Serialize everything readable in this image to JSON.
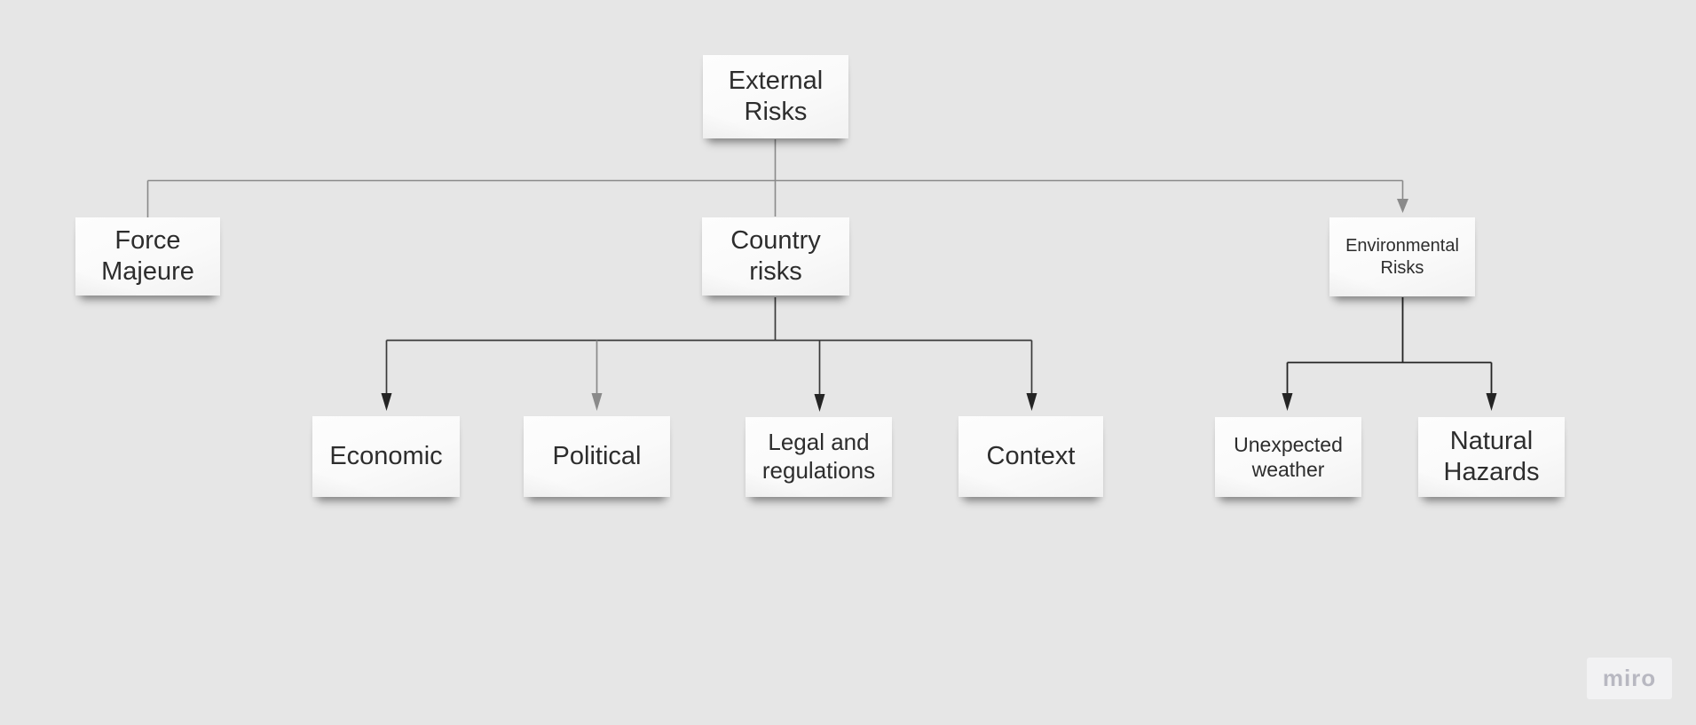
{
  "canvas": {
    "background_color": "#e6e6e6"
  },
  "diagram": {
    "type": "mind-map",
    "nodes": [
      {
        "id": "external-risks",
        "label": "External Risks",
        "level": 0,
        "parent": null
      },
      {
        "id": "force-majeure",
        "label": "Force Majeure",
        "level": 1,
        "parent": "external-risks"
      },
      {
        "id": "country-risks",
        "label": "Country risks",
        "level": 1,
        "parent": "external-risks"
      },
      {
        "id": "environmental-risks",
        "label": "Environmental Risks",
        "level": 1,
        "parent": "external-risks"
      },
      {
        "id": "economic",
        "label": "Economic",
        "level": 2,
        "parent": "country-risks"
      },
      {
        "id": "political",
        "label": "Political",
        "level": 2,
        "parent": "country-risks"
      },
      {
        "id": "legal-and-regulations",
        "label": "Legal and regulations",
        "level": 2,
        "parent": "country-risks"
      },
      {
        "id": "context",
        "label": "Context",
        "level": 2,
        "parent": "country-risks"
      },
      {
        "id": "unexpected-weather",
        "label": "Unexpected weather",
        "level": 2,
        "parent": "environmental-risks"
      },
      {
        "id": "natural-hazards",
        "label": "Natural Hazards",
        "level": 2,
        "parent": "environmental-risks"
      }
    ],
    "edges": [
      {
        "from": "external-risks",
        "to": "force-majeure",
        "arrowhead": false,
        "color": "#8a8a8a"
      },
      {
        "from": "external-risks",
        "to": "country-risks",
        "arrowhead": false,
        "color": "#8a8a8a"
      },
      {
        "from": "external-risks",
        "to": "environmental-risks",
        "arrowhead": true,
        "color": "#8a8a8a"
      },
      {
        "from": "country-risks",
        "to": "economic",
        "arrowhead": true,
        "color": "#2e2e2e"
      },
      {
        "from": "country-risks",
        "to": "political",
        "arrowhead": true,
        "color": "#8a8a8a"
      },
      {
        "from": "country-risks",
        "to": "legal-and-regulations",
        "arrowhead": true,
        "color": "#2e2e2e"
      },
      {
        "from": "country-risks",
        "to": "context",
        "arrowhead": true,
        "color": "#2e2e2e"
      },
      {
        "from": "environmental-risks",
        "to": "unexpected-weather",
        "arrowhead": true,
        "color": "#2e2e2e"
      },
      {
        "from": "environmental-risks",
        "to": "natural-hazards",
        "arrowhead": true,
        "color": "#2e2e2e"
      }
    ],
    "colors": {
      "note_fill": "#fafafa",
      "note_text": "#2d2d2d",
      "connector_gray": "#8a8a8a",
      "connector_dark": "#2e2e2e"
    }
  },
  "watermark": {
    "label": "miro",
    "text_color": "#b8b8c1"
  }
}
